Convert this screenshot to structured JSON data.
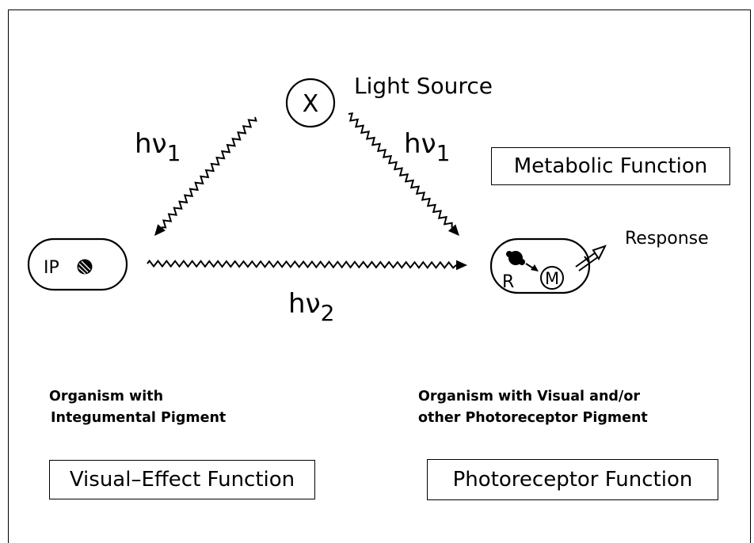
{
  "light_source": {
    "symbol": "X",
    "label": "Light Source"
  },
  "photon_labels": {
    "h": "h",
    "nu": "ν",
    "sub1": "1",
    "sub2": "2"
  },
  "boxes": {
    "metabolic": "Metabolic Function",
    "visual_effect": "Visual–Effect Function",
    "photoreceptor": "Photoreceptor Function"
  },
  "left_organism": {
    "cell_label": "IP",
    "caption_line1": "Organism with",
    "caption_line2": "Integumental Pigment"
  },
  "right_organism": {
    "receptor_label": "R",
    "mediator_label": "M",
    "response_label": "Response",
    "caption_line1": "Organism with Visual and/or",
    "caption_line2": "other Photoreceptor Pigment"
  }
}
